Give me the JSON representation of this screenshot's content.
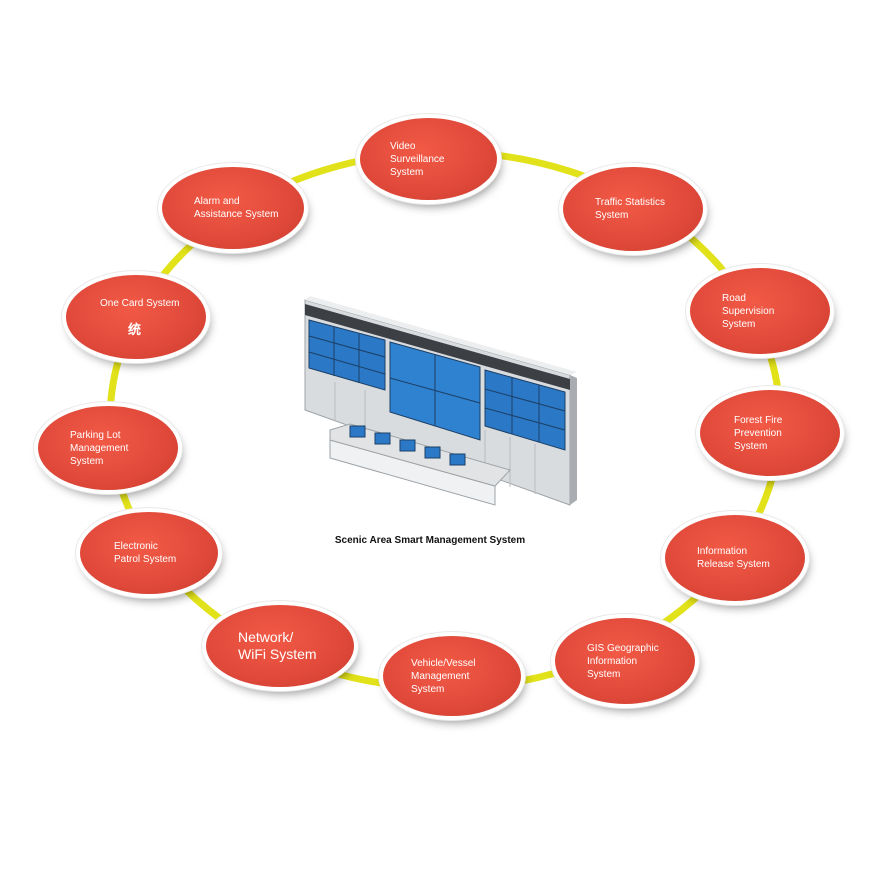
{
  "center": {
    "title": "Scenic Area Smart Management System"
  },
  "nodes": [
    {
      "id": "video-surveillance",
      "label": "Video\nSurveillance\nSystem"
    },
    {
      "id": "traffic-statistics",
      "label": "Traffic Statistics\nSystem"
    },
    {
      "id": "road-supervision",
      "label": "Road\nSupervision\nSystem"
    },
    {
      "id": "forest-fire-prevention",
      "label": "Forest Fire\nPrevention\nSystem"
    },
    {
      "id": "information-release",
      "label": "Information\nRelease System"
    },
    {
      "id": "gis-geographic-information",
      "label": "GIS Geographic\nInformation\nSystem"
    },
    {
      "id": "vehicle-vessel-management",
      "label": "Vehicle/Vessel\nManagement\nSystem"
    },
    {
      "id": "network-wifi",
      "label": "Network/\nWiFi System"
    },
    {
      "id": "electronic-patrol",
      "label": "Electronic\nPatrol System"
    },
    {
      "id": "parking-lot-management",
      "label": "Parking Lot\nManagement\nSystem"
    },
    {
      "id": "one-card",
      "label": "One Card System",
      "glyph": "统"
    },
    {
      "id": "alarm-assistance",
      "label": "Alarm and\nAssistance System"
    }
  ],
  "colors": {
    "node_fill": "#e0493a",
    "ring": "#e2e21a",
    "node_text": "#ffffff"
  }
}
